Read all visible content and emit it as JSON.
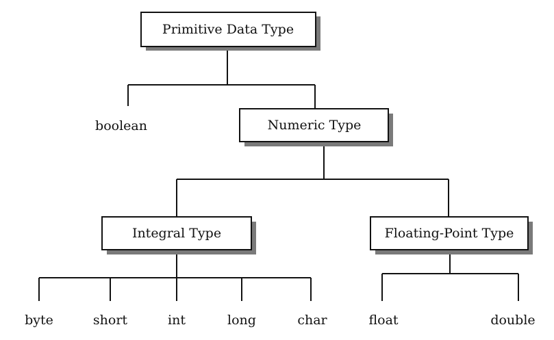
{
  "diagram": {
    "root": "Primitive Data Type",
    "boolean": "boolean",
    "numeric": "Numeric Type",
    "integral": "Integral Type",
    "floating": "Floating-Point Type",
    "integral_types": [
      "byte",
      "short",
      "int",
      "long",
      "char"
    ],
    "floating_types": [
      "float",
      "double"
    ]
  },
  "colors": {
    "line": "#111111",
    "shadow": "#7a7a7a",
    "box_fill": "#ffffff"
  }
}
